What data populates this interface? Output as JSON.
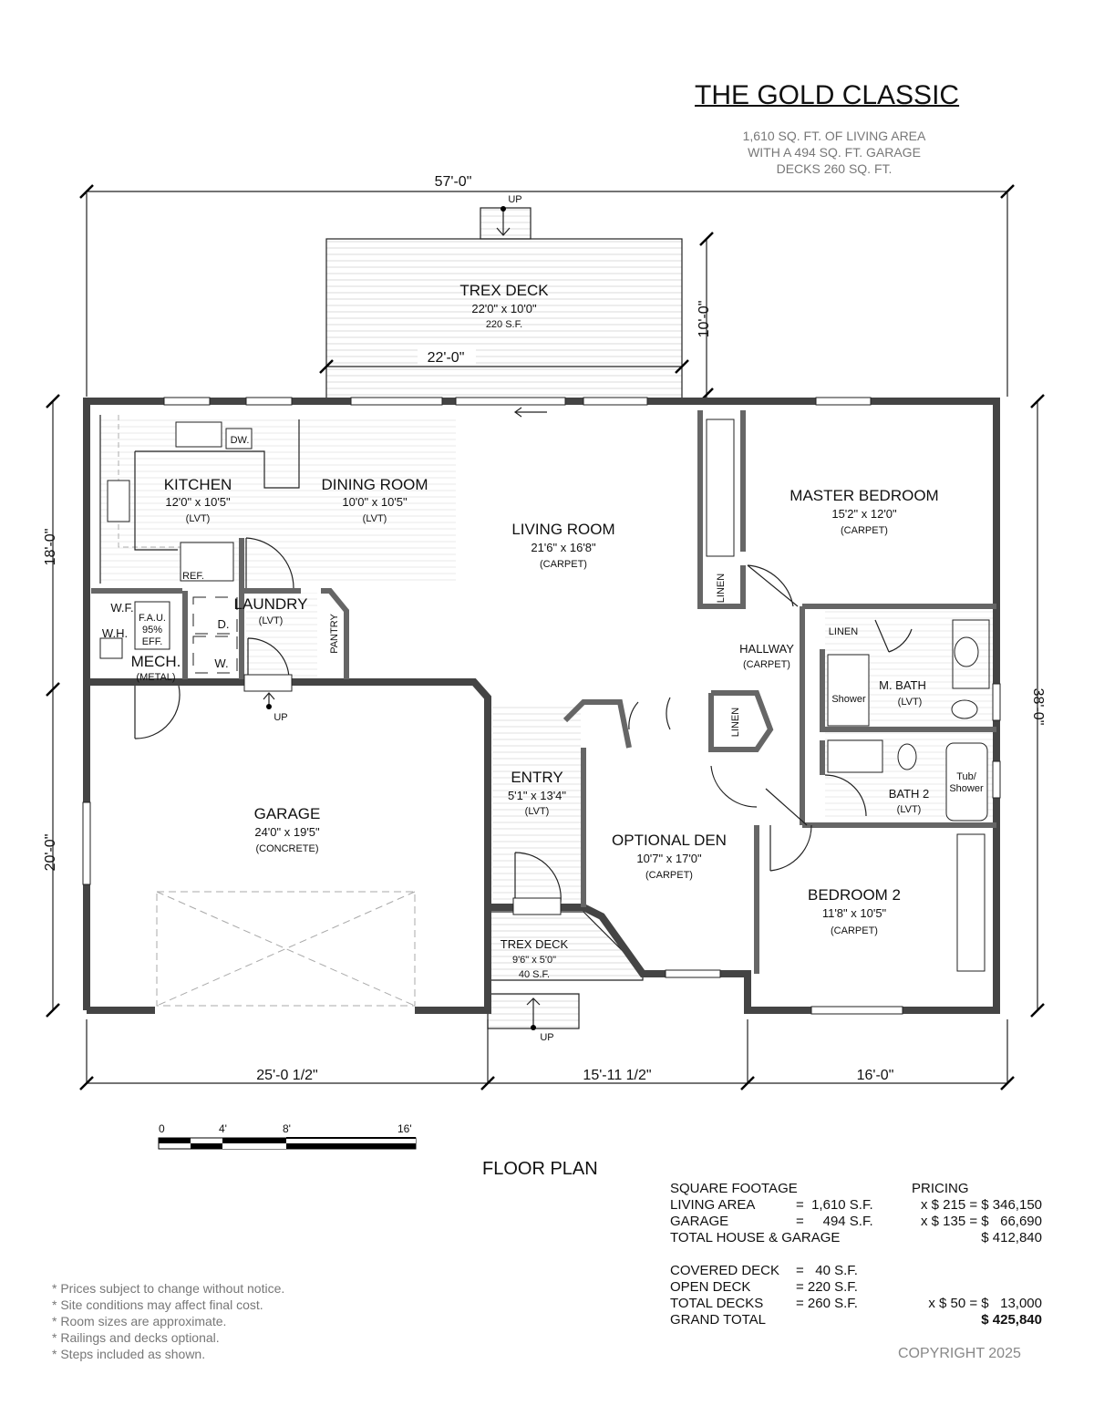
{
  "header": {
    "title": "THE GOLD CLASSIC",
    "subtitle": [
      "1,610 SQ. FT. OF LIVING AREA",
      "WITH A 494 SQ. FT. GARAGE",
      "DECKS 260 SQ. FT."
    ]
  },
  "dimensions": {
    "overall_width": "57'-0\"",
    "deck_width": "22'-0\"",
    "deck_depth": "10'-0\"",
    "left_upper": "18'-0\"",
    "left_lower": "20'-0\"",
    "right_total": "38'-0\"",
    "bottom": [
      "25'-0 1/2\"",
      "15'-11 1/2\"",
      "16'-0\""
    ]
  },
  "rooms": {
    "trex_deck": {
      "name": "TREX DECK",
      "size": "22'0\" x 10'0\"",
      "area": "220 S.F."
    },
    "kitchen": {
      "name": "KITCHEN",
      "size": "12'0\" x 10'5\"",
      "floor": "(LVT)"
    },
    "dining": {
      "name": "DINING ROOM",
      "size": "10'0\" x 10'5\"",
      "floor": "(LVT)"
    },
    "living": {
      "name": "LIVING ROOM",
      "size": "21'6\" x 16'8\"",
      "floor": "(CARPET)"
    },
    "master": {
      "name": "MASTER BEDROOM",
      "size": "15'2\" x 12'0\"",
      "floor": "(CARPET)"
    },
    "laundry": {
      "name": "LAUNDRY",
      "floor": "(LVT)"
    },
    "mech": {
      "name": "MECH.",
      "floor": "(METAL)"
    },
    "hallway": {
      "name": "HALLWAY",
      "floor": "(CARPET)"
    },
    "mbath": {
      "name": "M. BATH",
      "floor": "(LVT)"
    },
    "garage": {
      "name": "GARAGE",
      "size": "24'0\" x 19'5\"",
      "floor": "(CONCRETE)"
    },
    "entry": {
      "name": "ENTRY",
      "size": "5'1\" x 13'4\"",
      "floor": "(LVT)"
    },
    "den": {
      "name": "OPTIONAL DEN",
      "size": "10'7\" x 17'0\"",
      "floor": "(CARPET)"
    },
    "bath2": {
      "name": "BATH 2",
      "floor": "(LVT)"
    },
    "bedroom2": {
      "name": "BEDROOM 2",
      "size": "11'8\" x 10'5\"",
      "floor": "(CARPET)"
    },
    "front_deck": {
      "name": "TREX DECK",
      "size": "9'6\" x 5'0\"",
      "area": "40 S.F."
    }
  },
  "fixtures": {
    "dw": "DW.",
    "ref": "REF.",
    "wf": "W.F.",
    "wh": "W.H.",
    "fau": [
      "F.A.U.",
      "95%",
      "EFF."
    ],
    "dryer": "D.",
    "washer": "W.",
    "pantry": "PANTRY",
    "linen": "LINEN",
    "shower": "Shower",
    "tub": [
      "Tub/",
      "Shower"
    ],
    "up": "UP"
  },
  "scale": {
    "labels": [
      "0",
      "4'",
      "8'",
      "16'"
    ]
  },
  "plan_label": "FLOOR PLAN",
  "table": {
    "header": [
      "SQUARE FOOTAGE",
      "PRICING"
    ],
    "rows": [
      {
        "label": "LIVING AREA",
        "area": "=  1,610 S.F.",
        "price": "x $ 215 = $ 346,150"
      },
      {
        "label": "GARAGE",
        "area": "=     494 S.F.",
        "price": "x $ 135 = $   66,690"
      },
      {
        "label": "TOTAL HOUSE & GARAGE",
        "area": "",
        "price": "$ 412,840"
      },
      {
        "label": "COVERED DECK",
        "area": "=   40 S.F.",
        "price": ""
      },
      {
        "label": "OPEN DECK",
        "area": "= 220 S.F.",
        "price": ""
      },
      {
        "label": "TOTAL DECKS",
        "area": "= 260 S.F.",
        "price": "x $ 50 = $   13,000"
      },
      {
        "label": "GRAND TOTAL",
        "area": "",
        "price": "$ 425,840"
      }
    ]
  },
  "copyright": "COPYRIGHT 2025",
  "notes": [
    "* Prices subject to change without notice.",
    "* Site conditions may affect final cost.",
    "* Room sizes are approximate.",
    "* Railings and decks optional.",
    "* Steps included as shown."
  ]
}
